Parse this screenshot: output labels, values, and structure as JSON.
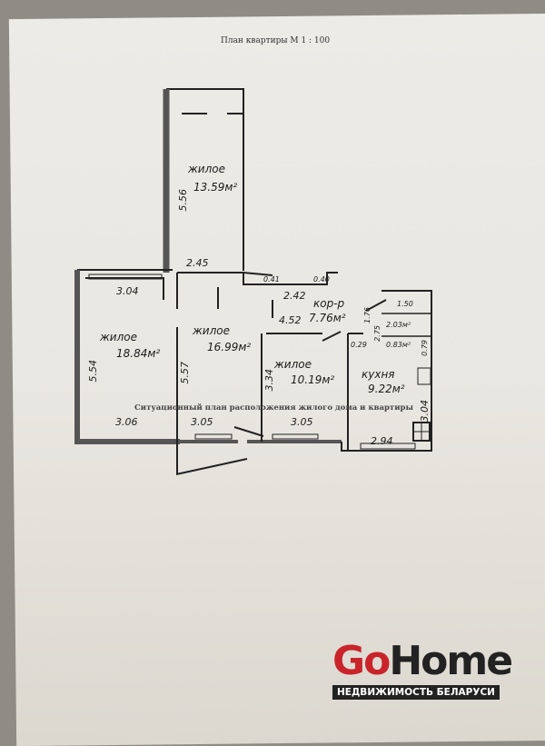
{
  "title": "План квартиры М 1 : 100",
  "rooms": [
    {
      "name": "жилое",
      "area": "13.59м²"
    },
    {
      "name": "жилое",
      "area": "18.84м²"
    },
    {
      "name": "жилое",
      "area": "16.99м²"
    },
    {
      "name": "жилое",
      "area": "10.19м²"
    },
    {
      "name": "кор-р",
      "area": "7.76м²"
    },
    {
      "name": "кухня",
      "area": "9.22м²"
    }
  ],
  "dimensions": [
    "5.56",
    "2.45",
    "3.04",
    "5.54",
    "5.57",
    "3.06",
    "3.05",
    "3.05",
    "4.52",
    "3.34",
    "2.42",
    "0.41",
    "0.40",
    "2.94",
    "3.04",
    "1.50",
    "2.03м²",
    "0.83м²",
    "0.29",
    "1.76",
    "2.75",
    "0.79"
  ],
  "overlay_text": "Ситуационный план расположения жилого дома и квартиры",
  "watermark": {
    "brand_go": "Go",
    "brand_home": "Home",
    "tagline": "НЕДВИЖИМОСТЬ БЕЛАРУСИ",
    "accent": "#c8242a"
  }
}
